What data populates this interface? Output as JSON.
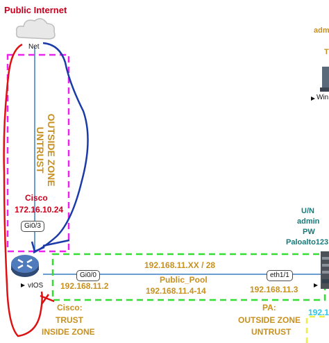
{
  "title": "Public Internet",
  "cloud_label": "Net",
  "right_partial_top": "adm",
  "right_partial_t": "T",
  "right_partial_win": "Win",
  "cisco_block": {
    "name": "Cisco",
    "ip": "172.16.10.24"
  },
  "outside_zone_vertical": {
    "line1": "OUTSIDE ZONE",
    "line2": "UNTRUST"
  },
  "router_label": "vIOS",
  "ports": {
    "gi03": "Gi0/3",
    "gi00": "Gi0/0",
    "eth11": "eth1/1"
  },
  "link": {
    "subnet": "192.168.11.XX / 28",
    "pool_name": "Public_Pool",
    "pool_range": "192.168.11.4-14",
    "left_ip": "192.168.11.2",
    "right_ip": "192.168.11.3"
  },
  "cisco_zone": {
    "line1": "Cisco:",
    "line2": "TRUST",
    "line3": "INSIDE ZONE"
  },
  "pa_zone": {
    "line1": "PA:",
    "line2": "OUTSIDE ZONE",
    "line3": "UNTRUST"
  },
  "pa_creds": {
    "line1": "U/N",
    "line2": "admin",
    "line3": "PW",
    "line4": "Paloalto123"
  },
  "right_partial_cyan": "192.1",
  "colors": {
    "red": "#c8001e",
    "gold": "#c8901e",
    "teal": "#157a7a",
    "magenta": "#ee22ee",
    "green": "#33dd33",
    "yellow": "#eeee44",
    "blue": "#1a3aa8",
    "link": "#3a7fc0"
  }
}
